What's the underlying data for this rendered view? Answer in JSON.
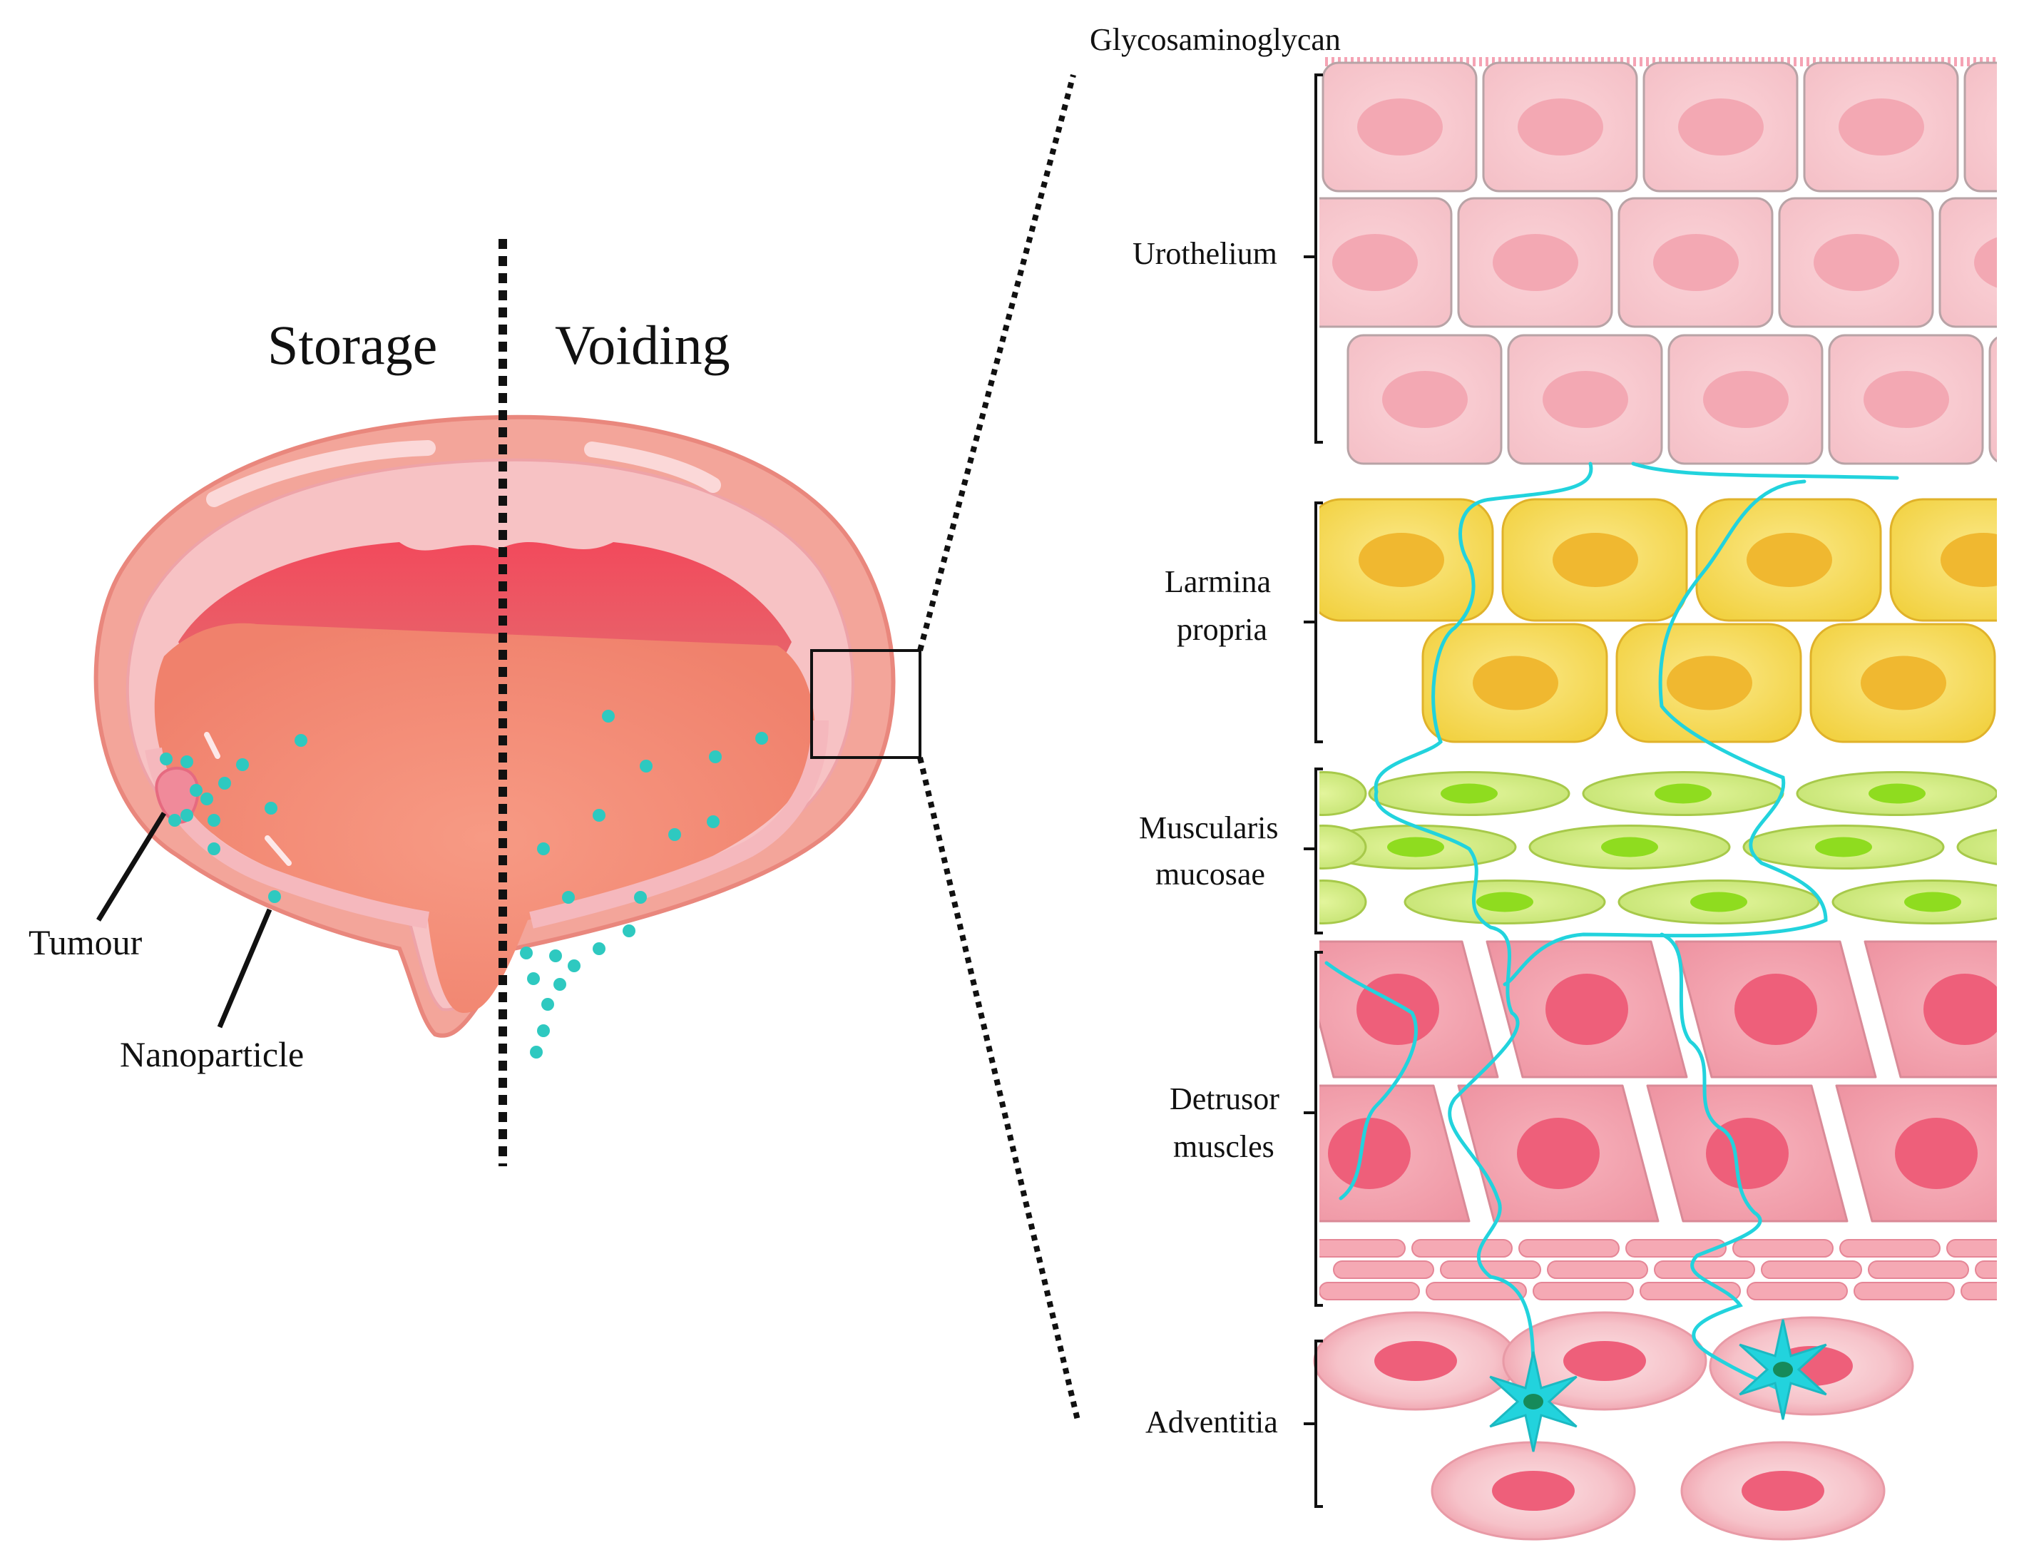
{
  "bladder": {
    "storage_label": "Storage",
    "voiding_label": "Voiding",
    "tumour_label": "Tumour",
    "nanoparticle_label": "Nanoparticle"
  },
  "layers": {
    "glycosaminoglycan": "Glycosaminoglycan",
    "urothelium": "Urothelium",
    "lamina_line1": "Larmina",
    "lamina_line2": "propria",
    "muscularis_line1": "Muscularis",
    "muscularis_line2": "mucosae",
    "detrusor_line1": "Detrusor",
    "detrusor_line2": "muscles",
    "adventitia": "Adventitia"
  },
  "colors": {
    "nanoparticle": "#2ec9c0",
    "nerve": "#22d3dd",
    "urothelium_cell": "#f7c6cc",
    "lamina_cell": "#f5d84a",
    "muscularis_cell": "#c9e87a",
    "detrusor_cell": "#f2a0ac",
    "adventitia_cell": "#f6c2c9"
  }
}
